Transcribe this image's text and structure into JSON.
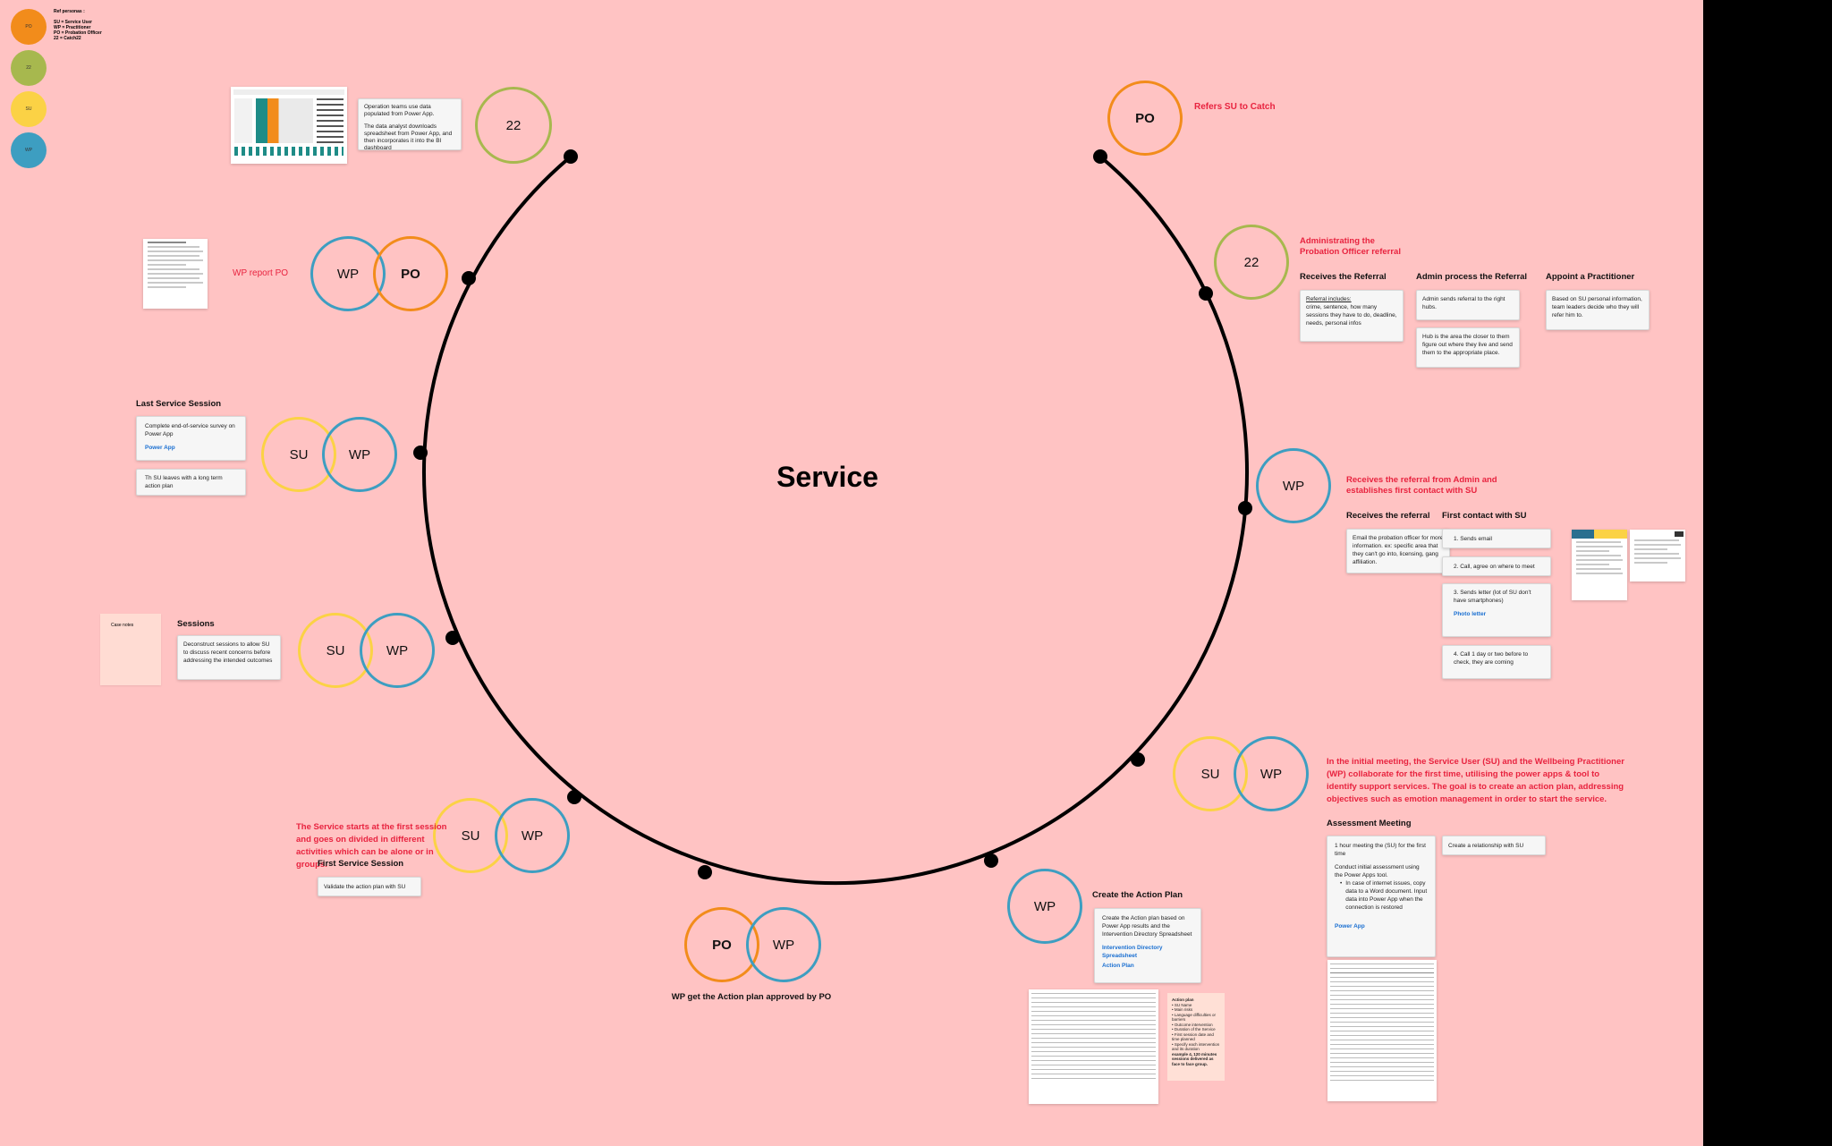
{
  "legend": {
    "title": "Ref personas :",
    "lines": [
      "SU = Service User",
      "WP = Practitioner",
      "PO = Probation Officer",
      "22 = Catch22"
    ],
    "dots": [
      {
        "label": "PO",
        "color": "#f28c1b"
      },
      {
        "label": "22",
        "color": "#a7b84e"
      },
      {
        "label": "SU",
        "color": "#fbd245"
      },
      {
        "label": "WP",
        "color": "#3d9ec1"
      }
    ]
  },
  "center_title": "Service",
  "colors": {
    "po": "#f28c1b",
    "wp": "#3d9ec1",
    "su": "#fbd245",
    "c22": "#a7b84e",
    "accent": "#e8233f",
    "background": "#ffc3c3"
  },
  "stages": {
    "catch22_dashboard": {
      "badge": "22",
      "note": [
        "Operation teams use data populated from Power App.",
        "The data analyst downloads spreadsheet from Power App, and then incorporates it into the BI dashboard"
      ]
    },
    "refers": {
      "badge": "PO",
      "caption": "Refers SU to Catch"
    },
    "administrating": {
      "badge": "22",
      "caption": "Administrating the Probation Officer referral",
      "col1_title": "Receives the Referral",
      "col1_heading": "Referral includes:",
      "col1_text": "crime, sentence, how many sessions they have to do, deadline, needs, personal infos",
      "col2_title": "Admin process the Referral",
      "col2_note1": "Admin sends referral  to the right hubs.",
      "col2_note2": "Hub is the area the closer to them figure out where they live and send them to the appropriate place.",
      "col3_title": "Appoint a Practitioner",
      "col3_note": "Based on SU personal information, team leaders decide who they will refer him to."
    },
    "first_contact": {
      "badge": "WP",
      "caption": "Receives the referral from Admin and establishes first contact with SU",
      "col1_title": "Receives the referral",
      "col1_note": "Email the probation officer for more information. ex: specific area that they can't go into, licensing, gang affiliation.",
      "col2_title": "First contact with SU",
      "step1": "1. Sends email",
      "step2": "2. Call, agree on where to meet",
      "step3": "3. Sends letter (lot of SU don't have smartphones)",
      "step3_link": "Photo letter",
      "step4": "4. Call 1 day or two before to check, they are coming"
    },
    "assessment": {
      "badges": [
        "SU",
        "WP"
      ],
      "caption": "In the initial meeting, the Service User (SU) and the Wellbeing Practitioner  (WP) collaborate for the first time, utilising the power apps & tool to identify support services. The goal is to create an action plan, addressing objectives such as emotion management in order to start the service.",
      "title": "Assessment Meeting",
      "note_line1": "1 hour meeting the (SU) for the first time",
      "note_line2": "Conduct initial assessment using the Power Apps tool.",
      "note_bullet": "In case of internet issues, copy data to a Word document. Input data into Power App when the connection is restored",
      "note_link": "Power App",
      "side_note": "Create a relationship with SU"
    },
    "action_plan": {
      "badge": "WP",
      "title": "Create the Action Plan",
      "note": "Create the Action plan based on Power App results and the Intervention Directory Spreadsheet",
      "link1": "Intervention Directory Spreadsheet",
      "link2": "Action Plan",
      "list_title": "Action plan",
      "list_items": [
        "SU Name",
        "Main risks",
        "Language difficulties or barriers",
        "Outcome intervention",
        "Duration of the Service",
        "First session date and time planned",
        "Specify each intervention and its duration"
      ],
      "list_example": "example 4, 120 minutes sessions delivered as face to face group."
    },
    "approval": {
      "badges": [
        "PO",
        "WP"
      ],
      "caption": "WP get the Action plan approved by PO"
    },
    "first_session": {
      "badges": [
        "SU",
        "WP"
      ],
      "caption": "The Service starts at the first session and goes on divided in different activities which can be alone or in groups.",
      "title": "First Service Session",
      "note": "Validate the action plan with SU"
    },
    "sessions": {
      "badges": [
        "SU",
        "WP"
      ],
      "title": "Sessions",
      "note": "Deconstruct sessions to allow SU to discuss recent concerns before addressing the intended outcomes",
      "case_notes": "Case notes"
    },
    "last_session": {
      "badges": [
        "SU",
        "WP"
      ],
      "title": "Last Service Session",
      "note1": "Complete end-of-service survey on Power App",
      "note1_link": "Power App",
      "note2": "Th SU leaves with a long term action plan"
    },
    "report": {
      "badges": [
        "WP",
        "PO"
      ],
      "caption": "WP report PO"
    }
  }
}
